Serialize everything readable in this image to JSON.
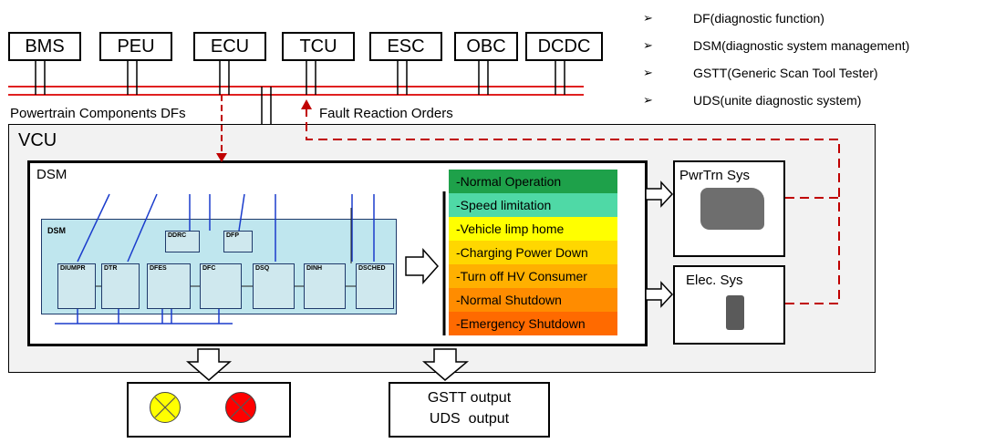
{
  "ecus": [
    "BMS",
    "PEU",
    "ECU",
    "TCU",
    "ESC",
    "OBC",
    "DCDC"
  ],
  "legend": [
    "DF(diagnostic function)",
    "DSM(diagnostic system management)",
    "GSTT(Generic Scan Tool Tester)",
    "UDS(unite diagnostic system)"
  ],
  "bus_labels": {
    "left": "Powertrain Components DFs",
    "right": "Fault Reaction Orders"
  },
  "vcu_label": "VCU",
  "dsm_label": "DSM",
  "dsm_detail": {
    "title": "DSM",
    "modules": [
      "DIUMPR",
      "DTR",
      "DFES",
      "DFC",
      "DSQ",
      "DINH",
      "DSCHED",
      "DDRC",
      "DFP"
    ]
  },
  "modes": [
    {
      "label": "-Normal Operation",
      "color": "#1ea14a"
    },
    {
      "label": "-Speed limitation",
      "color": "#4fd9a6"
    },
    {
      "label": "-Vehicle limp home",
      "color": "#ffff00"
    },
    {
      "label": "-Charging Power Down",
      "color": "#ffd700"
    },
    {
      "label": "-Turn off HV Consumer",
      "color": "#ffb000"
    },
    {
      "label": "-Normal Shutdown",
      "color": "#ff8c00"
    },
    {
      "label": "-Emergency Shutdown",
      "color": "#ff6a00"
    }
  ],
  "systems": {
    "powertrain": "PwrTrn Sys",
    "electrical": "Elec. Sys"
  },
  "outputs": {
    "gstt": "GSTT output",
    "uds": "UDS  output"
  },
  "colors": {
    "bus_red": "#e02020",
    "dashed_red": "#c00000",
    "lamp_yellow": "#ffff00",
    "lamp_red": "#ff0000",
    "vcu_bg": "#f2f2f2"
  }
}
